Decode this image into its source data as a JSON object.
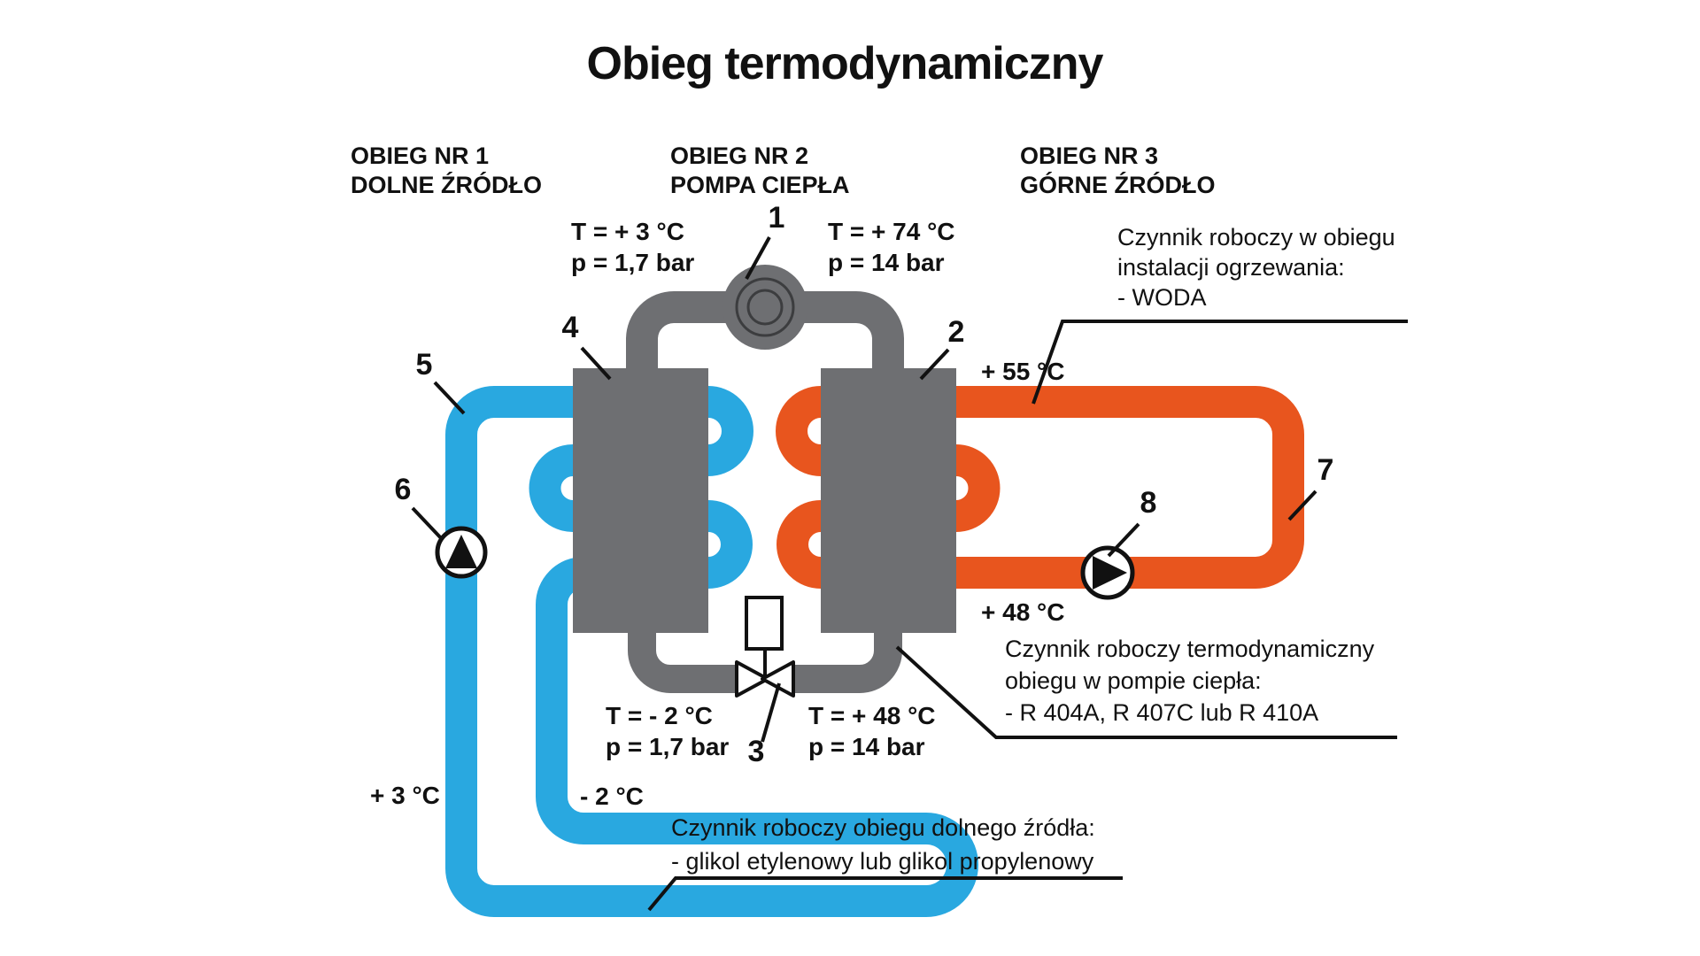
{
  "title": "Obieg termodynamiczny",
  "colors": {
    "blue": "#29A8E0",
    "orange": "#E8551E",
    "gray": "#6E6F72",
    "ring": "#3C3D3F",
    "black": "#111111",
    "white": "#FFFFFF"
  },
  "headers": [
    {
      "line1": "OBIEG NR 1",
      "line2": "DOLNE ŹRÓDŁO"
    },
    {
      "line1": "OBIEG NR 2",
      "line2": "POMPA CIEPŁA"
    },
    {
      "line1": "OBIEG NR 3",
      "line2": "GÓRNE ŹRÓDŁO"
    }
  ],
  "state_labels": [
    {
      "t": "T = + 3 °C",
      "p": "p = 1,7 bar"
    },
    {
      "t": "T = + 74 °C",
      "p": "p = 14 bar"
    },
    {
      "t": "T = - 2 °C",
      "p": "p = 1,7 bar"
    },
    {
      "t": "T = + 48 °C",
      "p": "p = 14 bar"
    }
  ],
  "temps": {
    "supply": "+ 55 °C",
    "return": "+ 48 °C",
    "source_supply": "+ 3 °C",
    "source_return": "- 2 °C"
  },
  "component_numbers": {
    "compressor": "1",
    "condenser": "2",
    "expansion_valve": "3",
    "evaporator": "4",
    "source_pipe": "5",
    "source_pump": "6",
    "heating_pipe": "7",
    "heating_pump": "8"
  },
  "annotations": {
    "heating": {
      "line1": "Czynnik roboczy w obiegu",
      "line2": "instalacji ogrzewania:",
      "line3": "- WODA"
    },
    "refrigerant": {
      "line1": "Czynnik roboczy termodynamiczny",
      "line2": "obiegu w pompie ciepła:",
      "line3": "- R 404A, R 407C lub R 410A"
    },
    "brine": {
      "line1": "Czynnik roboczy obiegu dolnego źródła:",
      "line2": "- glikol etylenowy lub glikol propylenowy"
    }
  }
}
